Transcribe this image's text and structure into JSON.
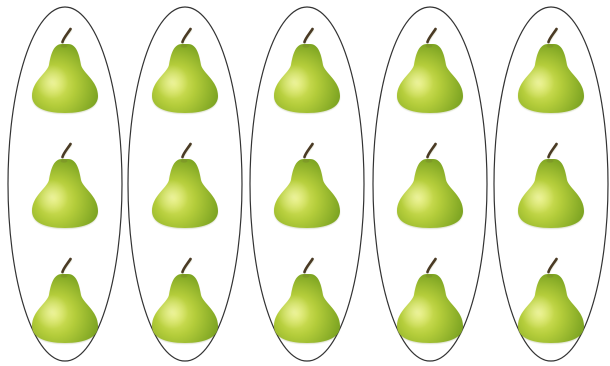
{
  "diagram": {
    "kind": "equal-groups",
    "group_count": 5,
    "items_per_group": 3,
    "item": "pear-icon",
    "colors": {
      "pear_light": "#e2ec6a",
      "pear_mid": "#b3cc3a",
      "pear_dark": "#6f9a1c",
      "stem": "#4a3a24",
      "outline": "#333333"
    }
  }
}
